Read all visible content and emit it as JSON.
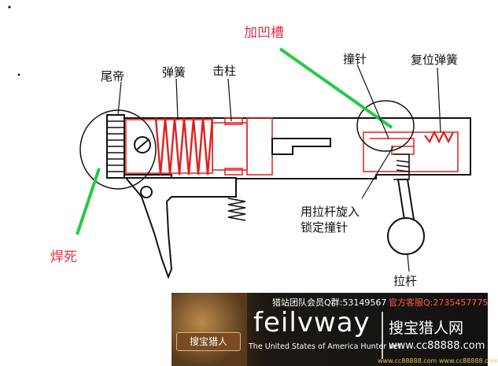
{
  "labels": {
    "tail_cover": "尾帝",
    "spring": "弹簧",
    "striker": "击柱",
    "groove": "加凹槽",
    "firing_pin": "撞针",
    "return_spring": "复位弹簧",
    "note_line1": "用拉杆旋入",
    "note_line2": "锁定撞针",
    "lever": "拉杆",
    "weld": "焊死"
  },
  "banner": {
    "qq_group": "猎站团队会员Q群:53149567",
    "qq_service": "官方客服Q:2735457775",
    "brand": "feilvway",
    "site_cn": "搜宝猎人网",
    "tagline": "The United States of America Hunter net",
    "url": "www.cc88888.com",
    "logo_text": "搜宝猎人",
    "url_dots": "www.cc88888.com www.cc88888.com"
  },
  "colors": {
    "red_annotation": "#e0304a",
    "green_pointer": "#22cc44",
    "red_part": "#e02020",
    "outline": "#111111"
  }
}
